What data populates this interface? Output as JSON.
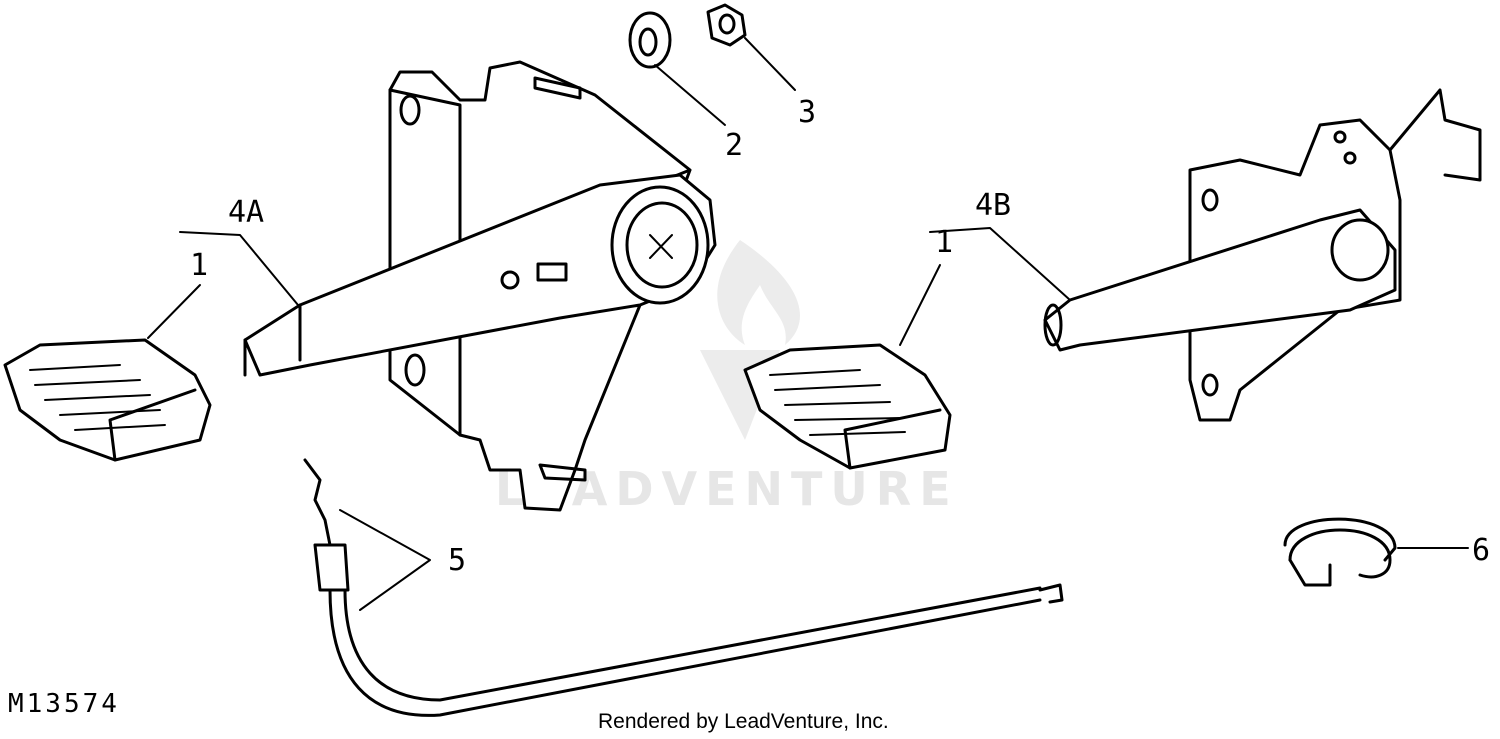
{
  "callouts": {
    "pedal_left": "1",
    "pedal_right": "1",
    "washer": "2",
    "nut": "3",
    "pedal_assembly_a": "4A",
    "pedal_assembly_b": "4B",
    "cable": "5",
    "clip": "6"
  },
  "figure_number": "M13574",
  "credit": "Rendered by LeadVenture, Inc.",
  "watermark": "LEADVENTURE"
}
